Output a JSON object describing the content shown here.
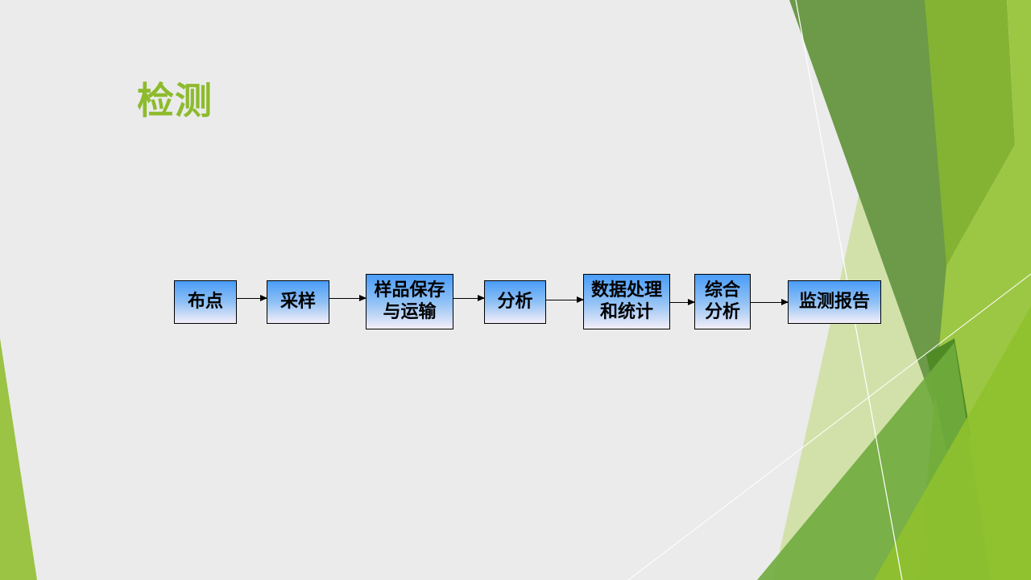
{
  "slide": {
    "title": "检测",
    "accent_color": "#8dbb2d"
  },
  "flow": {
    "steps": [
      {
        "line1": "布点",
        "line2": ""
      },
      {
        "line1": "采样",
        "line2": ""
      },
      {
        "line1": "样品保存",
        "line2": "与运输"
      },
      {
        "line1": "分析",
        "line2": ""
      },
      {
        "line1": "数据处理",
        "line2": "和统计"
      },
      {
        "line1": "综合",
        "line2": "分析"
      },
      {
        "line1": "监测报告",
        "line2": ""
      }
    ]
  }
}
